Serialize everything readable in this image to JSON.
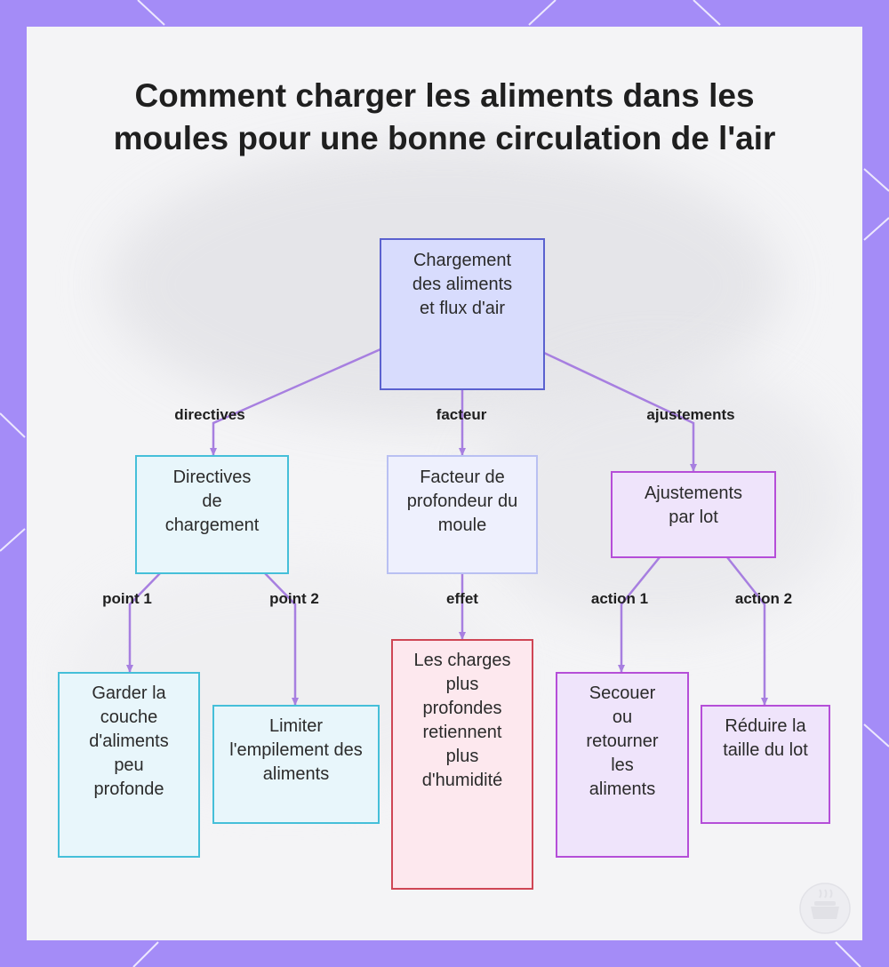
{
  "title": "Comment charger les aliments dans les moules pour une bonne circulation de l'air",
  "colors": {
    "border_frame": "#a48cf7",
    "edge_line": "#a77fe0",
    "root_fill": "#d8dcfd",
    "root_border": "#5a61cf",
    "cyan_fill": "#e8f6fb",
    "cyan_border": "#45bfd9",
    "red_fill": "#fde8ee",
    "red_border": "#cf4655",
    "purple_fill": "#efe4fb",
    "purple_border": "#b54ed8"
  },
  "nodes": {
    "root": "Chargement des aliments et flux d'air",
    "directives": "Directives de chargement",
    "facteur": "Facteur de profondeur du moule",
    "ajustements": "Ajustements par lot",
    "garder": "Garder la couche d'aliments peu profonde",
    "limiter": "Limiter l'empilement des aliments",
    "charges": "Les charges plus profondes retiennent plus d'humidité",
    "secouer": "Secouer ou retourner les aliments",
    "reduire": "Réduire la taille du lot"
  },
  "edges": {
    "directives": "directives",
    "facteur": "facteur",
    "ajustements": "ajustements",
    "point1": "point 1",
    "point2": "point 2",
    "effet": "effet",
    "action1": "action 1",
    "action2": "action 2"
  },
  "icons": {
    "watermark": "cooking-pot-icon"
  }
}
